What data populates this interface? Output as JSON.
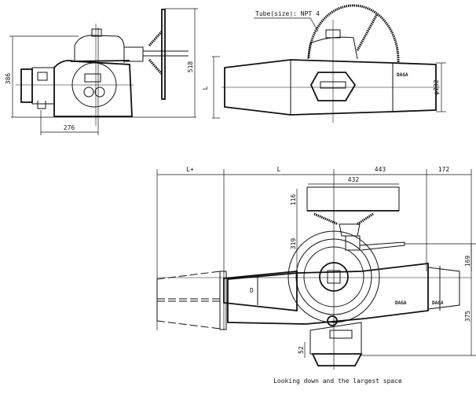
{
  "views": {
    "side_view": {
      "dim_height": "386",
      "dim_total_height": "518",
      "dim_width": "276"
    },
    "front_view": {
      "tube_label": "Tube(size): NPT 4",
      "dim_diameter": "φ232",
      "dim_length": "L"
    },
    "top_view": {
      "dim_l_plus": "L+",
      "dim_l": "L",
      "dim_443": "443",
      "dim_172": "172",
      "dim_432": "432",
      "dim_116": "116",
      "dim_319": "319",
      "dim_169": "169",
      "dim_375": "375",
      "dim_52": "52",
      "dim_d": "D",
      "caption": "Looking down and the largest space"
    }
  },
  "colors": {
    "line": "#111111",
    "background": "#ffffff"
  }
}
